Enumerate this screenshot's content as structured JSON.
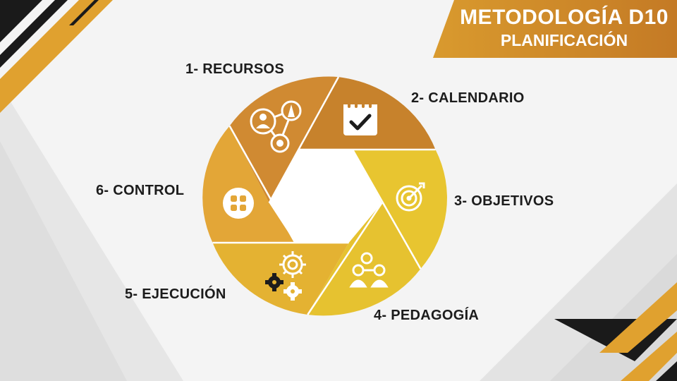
{
  "header": {
    "title": "METODOLOGÍA D10",
    "subtitle": "PLANIFICACIÓN"
  },
  "colors": {
    "gold_dark": "#c87f2b",
    "gold_mid": "#e2a935",
    "gold_light": "#e8c72f",
    "stripe_dark": "#1a1a1a",
    "background": "#f4f4f4",
    "text": "#1c1c1c"
  },
  "steps": [
    {
      "label": "1- RECURSOS",
      "icon": "resources-network-icon",
      "color": "#d08a32"
    },
    {
      "label": "2- CALENDARIO",
      "icon": "calendar-check-icon",
      "color": "#c7822c"
    },
    {
      "label": "3- OBJETIVOS",
      "icon": "target-arrow-icon",
      "color": "#e8c530"
    },
    {
      "label": "4- PEDAGOGÍA",
      "icon": "group-people-icon",
      "color": "#e6c230"
    },
    {
      "label": "5- EJECUCIÓN",
      "icon": "gears-icon",
      "color": "#e4b232"
    },
    {
      "label": "6- CONTROL",
      "icon": "control-dots-icon",
      "color": "#e3a637"
    }
  ]
}
